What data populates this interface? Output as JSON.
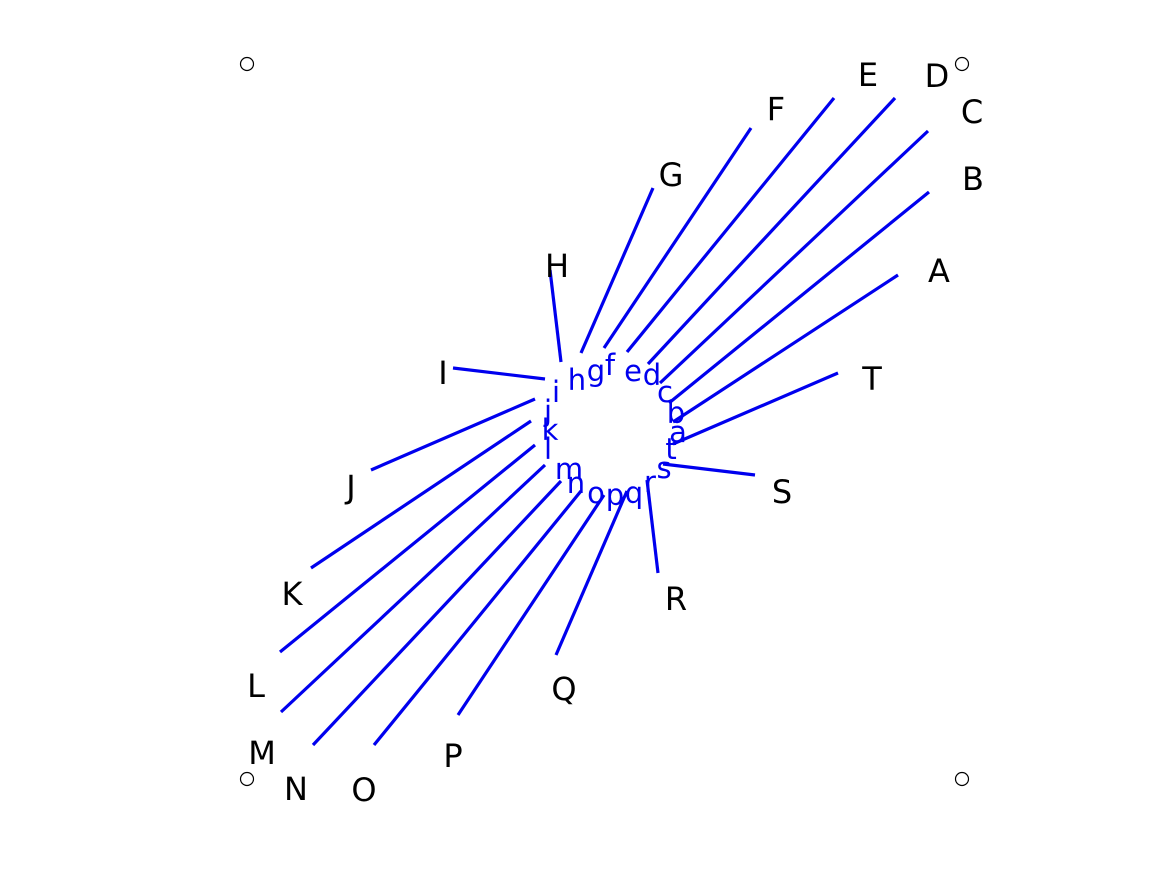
{
  "colors": {
    "line": "#0000ee",
    "inner_text": "#0000ee",
    "outer_text": "#000000",
    "corner_marks": "#000000"
  },
  "pairs": [
    {
      "outer": "A",
      "inner": "a"
    },
    {
      "outer": "B",
      "inner": "b"
    },
    {
      "outer": "C",
      "inner": "c"
    },
    {
      "outer": "D",
      "inner": "d"
    },
    {
      "outer": "E",
      "inner": "e"
    },
    {
      "outer": "F",
      "inner": "f"
    },
    {
      "outer": "G",
      "inner": "g"
    },
    {
      "outer": "H",
      "inner": "h"
    },
    {
      "outer": "I",
      "inner": "i"
    },
    {
      "outer": "J",
      "inner": "j"
    },
    {
      "outer": "K",
      "inner": "k"
    },
    {
      "outer": "L",
      "inner": "l"
    },
    {
      "outer": "M",
      "inner": "m"
    },
    {
      "outer": "N",
      "inner": "n"
    },
    {
      "outer": "O",
      "inner": "o"
    },
    {
      "outer": "P",
      "inner": "p"
    },
    {
      "outer": "Q",
      "inner": "q"
    },
    {
      "outer": "R",
      "inner": "r"
    },
    {
      "outer": "S",
      "inner": "s"
    },
    {
      "outer": "T",
      "inner": "t"
    }
  ]
}
